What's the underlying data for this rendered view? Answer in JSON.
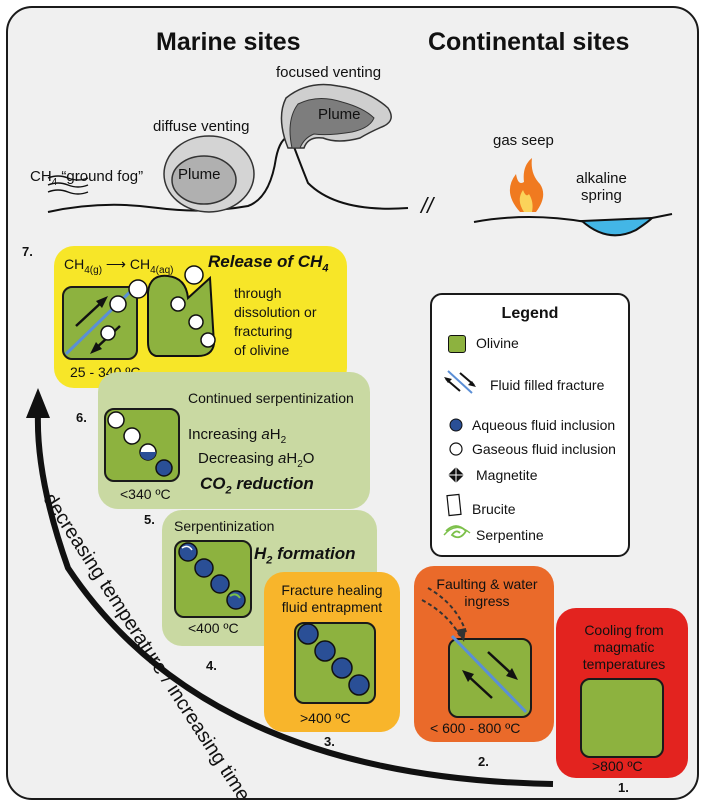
{
  "headers": {
    "marine": "Marine sites",
    "continental": "Continental sites"
  },
  "top": {
    "ground_fog_ch": "CH",
    "ground_fog_sub": "4",
    "ground_fog_rest": " “ground fog”",
    "diffuse_venting": "diffuse venting",
    "focused_venting": "focused venting",
    "plume": "Plume",
    "gas_seep": "gas seep",
    "alkaline_spring": "alkaline\nspring",
    "separator": "//"
  },
  "stages": {
    "s1": {
      "number": "1.",
      "label": "Cooling from magmatic temperatures",
      "temp": ">800 ºC",
      "color": "#e3231f"
    },
    "s2": {
      "number": "2.",
      "label": "Faulting & water ingress",
      "temp": "< 600 - 800 ºC",
      "color": "#ea6a2a"
    },
    "s3": {
      "number": "3.",
      "label": "Fracture healing fluid entrapment",
      "temp": ">400 ºC",
      "color": "#f8b52b"
    },
    "s4": {
      "number": "4.",
      "label": "Serpentinization",
      "title": "H",
      "title_sub": "2",
      "title_rest": " formation",
      "temp": "<400 ºC",
      "color": "#c9d9a2"
    },
    "s6": {
      "number": "5.",
      "top_number": "6.",
      "label": "Continued serpentinization",
      "line1_a": "Increasing ",
      "line1_b": "a",
      "line1_c": "H",
      "line1_d": "2",
      "line2_a": "Decreasing ",
      "line2_b": "a",
      "line2_c": "H",
      "line2_d": "2",
      "line2_e": "O",
      "title": "CO",
      "title_sub": "2",
      "title_rest": " reduction",
      "temp": "<340 ºC",
      "color": "#c9d9a2"
    },
    "s7": {
      "number": "7.",
      "eq_left": "CH",
      "eq_left_sub": "4(g)",
      "eq_right": "CH",
      "eq_right_sub": "4(aq)",
      "title": "Release of CH",
      "title_sub": "4",
      "desc": [
        "through",
        "dissolution or",
        "fracturing",
        "of olivine"
      ],
      "temp": "25 - 340 ºC",
      "color": "#f7e628"
    }
  },
  "legend": {
    "title": "Legend",
    "items": [
      {
        "label": "Olivine",
        "icon": "olivine-square-icon"
      },
      {
        "label": "Fluid filled fracture",
        "icon": "fracture-arrows-icon"
      },
      {
        "label": "Aqueous fluid inclusion",
        "icon": "blue-dot-icon"
      },
      {
        "label": "Gaseous fluid inclusion",
        "icon": "white-dot-icon"
      },
      {
        "label": "Magnetite",
        "icon": "diamond-icon"
      },
      {
        "label": "Brucite",
        "icon": "rectangle-icon"
      },
      {
        "label": "Serpentine",
        "icon": "swirl-icon"
      }
    ]
  },
  "arrow_label": "decreasing temperature / increasing time",
  "colors": {
    "olivine": "#8db23f",
    "aqueous": "#2a4f96",
    "serpentine": "#7cc04a",
    "fracture_line": "#5b8fd6"
  }
}
